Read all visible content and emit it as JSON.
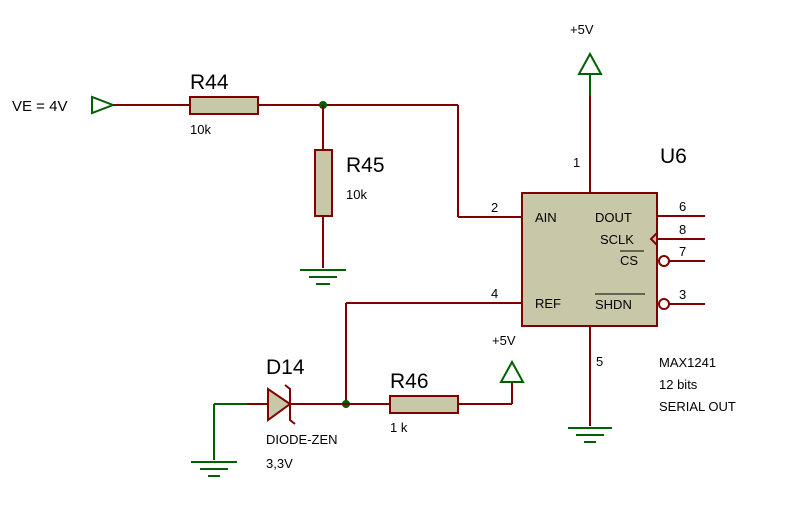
{
  "input": {
    "label": "VE = 4V"
  },
  "resistors": [
    {
      "ref": "R44",
      "value": "10k"
    },
    {
      "ref": "R45",
      "value": "10k"
    },
    {
      "ref": "R46",
      "value": "1  k"
    }
  ],
  "diode": {
    "ref": "D14",
    "type": "DIODE-ZEN",
    "voltage": "3,3V"
  },
  "power": {
    "top": "+5V",
    "r46": "+5V"
  },
  "chip": {
    "ref": "U6",
    "part": "MAX1241",
    "bits": "12 bits",
    "mode": "SERIAL OUT",
    "pins": {
      "ain": {
        "name": "AIN",
        "num": "2"
      },
      "ref": {
        "name": "REF",
        "num": "4"
      },
      "dout": {
        "name": "DOUT",
        "num": "6"
      },
      "sclk": {
        "name": "SCLK",
        "num": "8"
      },
      "cs": {
        "name": "CS",
        "num": "7"
      },
      "shdn": {
        "name": "SHDN",
        "num": "3"
      },
      "vdd": {
        "num": "1"
      },
      "gnd": {
        "num": "5"
      }
    }
  },
  "colors": {
    "wire": "#800000",
    "ground": "#006000",
    "body": "#c8c8a8",
    "junction": "#006000"
  }
}
